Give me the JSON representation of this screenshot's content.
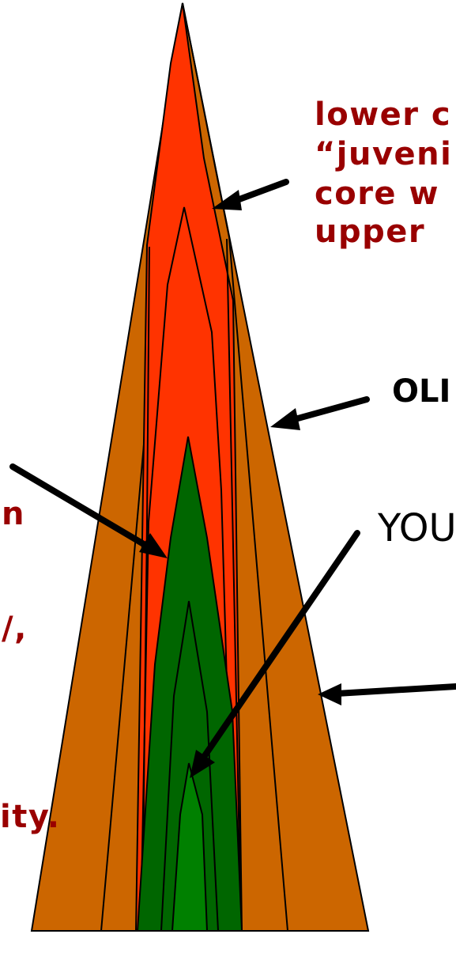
{
  "diagram": {
    "labels": {
      "upper_right_1": "lower c",
      "upper_right_2": "“juveni",
      "upper_right_3": "core w",
      "upper_right_4": "upper",
      "old": "OLI",
      "young": "YOU",
      "left_1": "n",
      "left_2": "/,",
      "left_3": "ity."
    },
    "colors": {
      "old_wood": "#cc6600",
      "juvenile_core": "#ff3300",
      "young_wood_dark": "#006600",
      "young_wood_light": "#008000",
      "label_red": "#990000"
    }
  }
}
